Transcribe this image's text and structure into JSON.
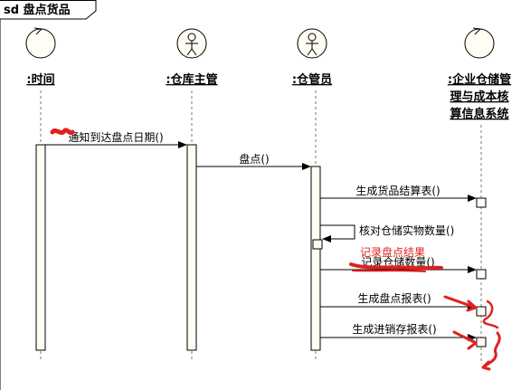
{
  "frame": {
    "title": "sd 盘点货品"
  },
  "lifelines": [
    {
      "id": "time",
      "label": ":时间",
      "kind": "control"
    },
    {
      "id": "manager",
      "label": ":仓库主管",
      "kind": "actor"
    },
    {
      "id": "clerk",
      "label": ":仓管员",
      "kind": "actor"
    },
    {
      "id": "system",
      "label_lines": [
        ":企业仓储管",
        "理与成本核",
        "算信息系统"
      ],
      "kind": "control"
    }
  ],
  "messages": [
    {
      "from": "time",
      "to": "manager",
      "label": "通知到达盘点日期()"
    },
    {
      "from": "manager",
      "to": "clerk",
      "label": "盘点()"
    },
    {
      "from": "clerk",
      "to": "system",
      "label": "生成货品结算表()"
    },
    {
      "from": "clerk",
      "to": "clerk",
      "label": "核对仓储实物数量()"
    },
    {
      "from": "clerk",
      "to": "system",
      "label": "记录仓储数量()"
    },
    {
      "from": "clerk",
      "to": "system",
      "label": "生成盘点报表()"
    },
    {
      "from": "clerk",
      "to": "system",
      "label": "生成进销存报表()"
    }
  ],
  "annotations": {
    "handwritten_note": "记录盘点结果",
    "color": "#e02020"
  }
}
